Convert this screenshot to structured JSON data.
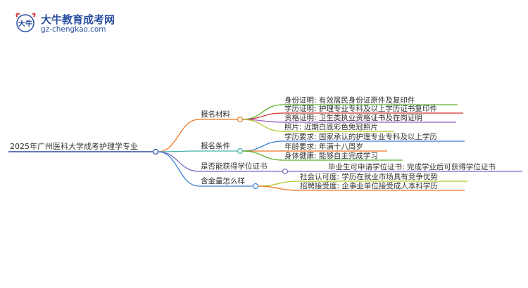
{
  "brand": {
    "name": "大牛教育成考网",
    "url": "gz-chengkao.com",
    "mark": "大牛"
  },
  "mindmap": {
    "root": "2025年广州医科大学成考护理学专业",
    "branches": [
      {
        "label": "报名材料",
        "color": "#ee7722",
        "children": [
          {
            "text": "身份证明: 有效居民身份证原件及复印件",
            "color": "#59b02a"
          },
          {
            "text": "学历证明: 护理专业专科及以上学历证书复印件",
            "color": "#d23232"
          },
          {
            "text": "资格证明: 卫生类执业资格证书及在岗证明",
            "color": "#9a5bc4"
          },
          {
            "text": "照片: 近期白底彩色免冠照片",
            "color": "#b8c42e"
          }
        ]
      },
      {
        "label": "报名条件",
        "color": "#43b3a6",
        "children": [
          {
            "text": "学历要求: 国家承认的护理专业专科及以上学历",
            "color": "#3b7fd0"
          },
          {
            "text": "年龄要求: 年满十八周岁",
            "color": "#ee7722"
          },
          {
            "text": "身体健康: 能够自主完成学习",
            "color": "#59b02a"
          }
        ]
      },
      {
        "label": "是否能获得学位证书",
        "color": "#7b69c2",
        "children": [
          {
            "text": "毕业生可申请学位证书: 完成学业后可获得学位证书",
            "color": "#7b69c2"
          }
        ]
      },
      {
        "label": "含金量怎么样",
        "color": "#3b7fd0",
        "children": [
          {
            "text": "社会认可度: 学历在就业市场具有竞争优势",
            "color": "#b8c42e"
          },
          {
            "text": "招聘接受度: 企事业单位接受成人本科学历",
            "color": "#ee7722"
          }
        ]
      }
    ]
  }
}
